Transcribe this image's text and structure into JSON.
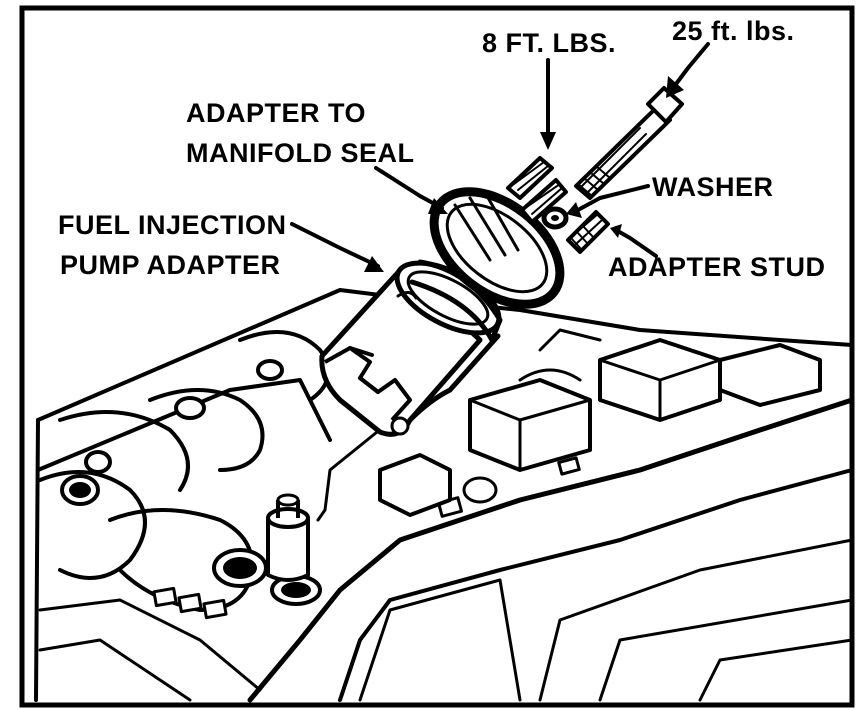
{
  "labels": {
    "torque_small": "8 FT. LBS.",
    "torque_large": "25 ft. lbs.",
    "seal_line1": "ADAPTER TO",
    "seal_line2": "MANIFOLD SEAL",
    "washer": "WASHER",
    "adapter_line1": "FUEL INJECTION",
    "adapter_line2": "PUMP ADAPTER",
    "stud": "ADAPTER STUD"
  }
}
